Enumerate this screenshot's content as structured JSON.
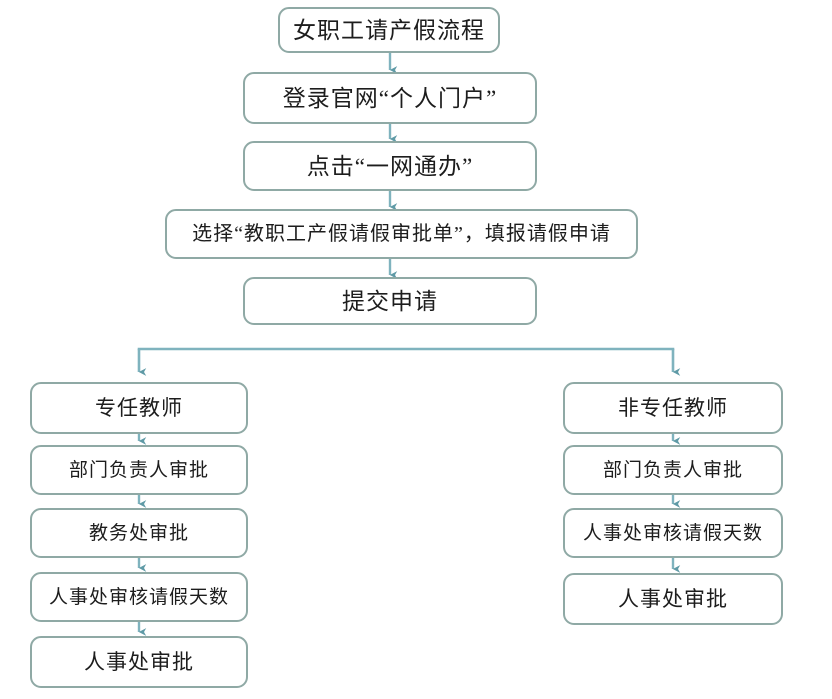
{
  "diagram": {
    "title": "女职工请产假流程",
    "type": "flowchart",
    "colors": {
      "box_border": "#8FA9A5",
      "connector": "#7FB3BE",
      "arrow": "#5F9AA6",
      "text": "#1d1d1d",
      "background": "#ffffff"
    },
    "main_chain": [
      {
        "id": "title",
        "label": "女职工请产假流程"
      },
      {
        "id": "login",
        "label": "登录官网“个人门户”"
      },
      {
        "id": "click",
        "label": "点击“一网通办”"
      },
      {
        "id": "select",
        "label": "选择“教职工产假请假审批单”，填报请假申请"
      },
      {
        "id": "submit",
        "label": "提交申请"
      }
    ],
    "branches": [
      {
        "id": "full-time",
        "head": "专任教师",
        "steps": [
          "部门负责人审批",
          "教务处审批",
          "人事处审核请假天数",
          "人事处审批"
        ]
      },
      {
        "id": "non-full-time",
        "head": "非专任教师",
        "steps": [
          "部门负责人审批",
          "人事处审核请假天数",
          "人事处审批"
        ]
      }
    ]
  }
}
